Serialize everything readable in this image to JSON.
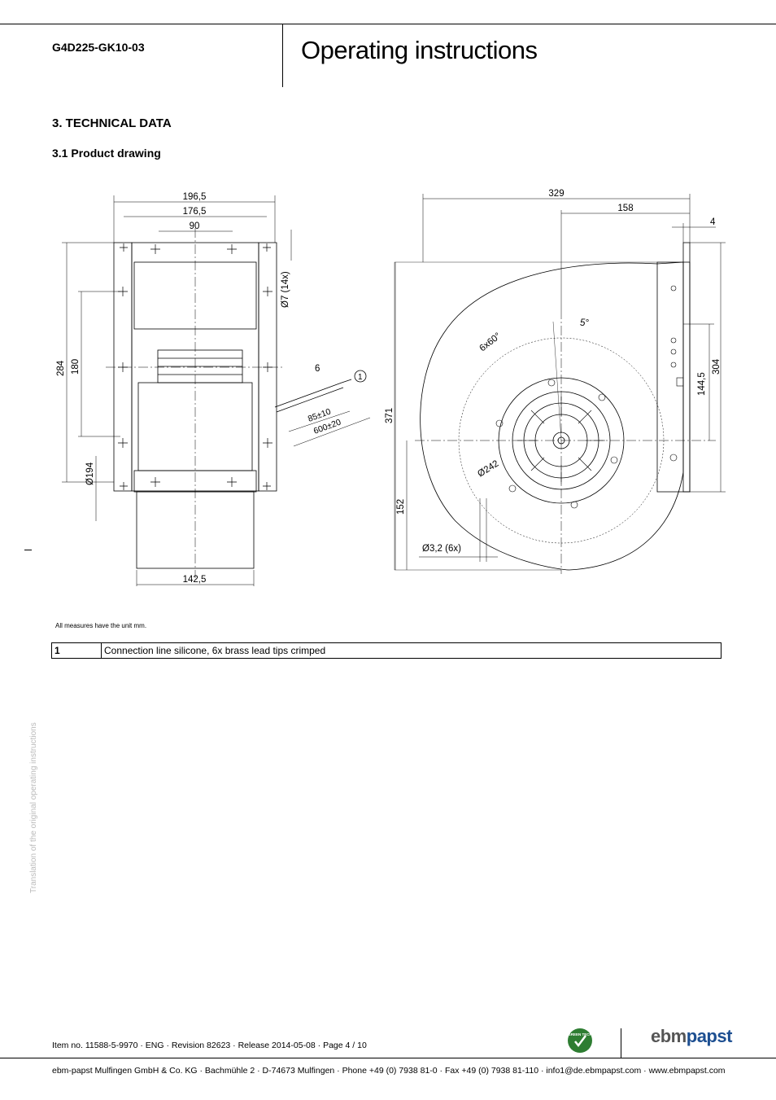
{
  "header": {
    "doc_code": "G4D225-GK10-03",
    "doc_title": "Operating instructions"
  },
  "section": {
    "title": "3. TECHNICAL DATA",
    "subtitle": "3.1 Product drawing"
  },
  "drawing": {
    "dimensions": {
      "d196_5": "196,5",
      "d176_5": "176,5",
      "d90": "90",
      "d7": "Ø7 (14x)",
      "d284": "284",
      "d180": "180",
      "d6": "6",
      "d1": "1",
      "d85": "85±10",
      "d600": "600±20",
      "d194": "Ø194",
      "d142_5": "142,5",
      "d329": "329",
      "d158": "158",
      "d4": "4",
      "d5deg": "5°",
      "d6x60": "6x60°",
      "d371": "371",
      "d304": "304",
      "d144_5": "144,5",
      "d242": "Ø242",
      "d152": "152",
      "d3_2": "Ø3,2 (6x)"
    },
    "unit_note": "All measures have the unit mm."
  },
  "legend": [
    {
      "num": "1",
      "text": "Connection line silicone, 6x brass lead tips crimped"
    }
  ],
  "side_note": "Translation of the original operating instructions",
  "footer": {
    "item_line": "Item no. 11588-5-9970 · ENG · Revision 82623 · Release 2014-05-08 · Page 4 / 10",
    "company_line": "ebm-papst Mulfingen GmbH & Co. KG · Bachmühle 2 · D-74673 Mulfingen · Phone +49 (0) 7938 81-0 · Fax +49 (0) 7938 81-110 · info1@de.ebmpapst.com · www.ebmpapst.com",
    "badge_label": "GREEN TECH",
    "brand_left": "ebm",
    "brand_right": "papst"
  }
}
